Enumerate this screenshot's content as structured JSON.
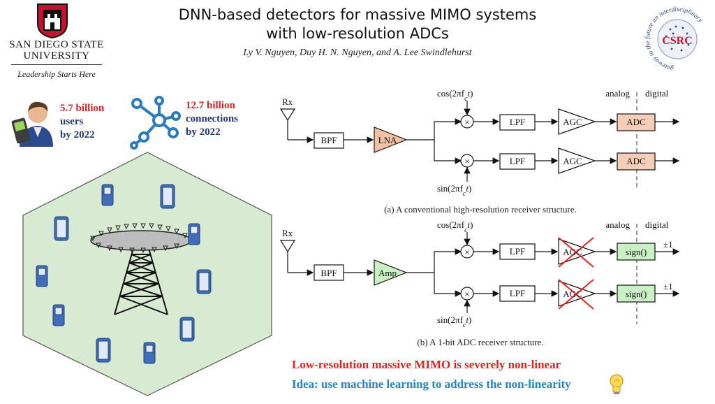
{
  "title": {
    "line1": "DNN-based detectors for massive MIMO systems",
    "line2": "with low-resolution ADCs"
  },
  "authors": "Ly V. Nguyen, Duy H. N. Nguyen, and A. Lee Swindlehurst",
  "logo_left": {
    "line1": "SAN DIEGO STATE",
    "line2": "UNIVERSITY",
    "tagline": "Leadership Starts Here"
  },
  "logo_right": {
    "text": "CSRC",
    "ring_text": "gateway to the future   an interdisciplinary"
  },
  "stats": {
    "users": {
      "line1": "5.7 billion",
      "line2": "users",
      "line3": "by 2022"
    },
    "connections": {
      "line1": "12.7 billion",
      "line2": "connections",
      "line3": "by 2022"
    }
  },
  "diagram_a": {
    "rx": "Rx",
    "bpf": "BPF",
    "amp": "LNA",
    "cos": "cos(2πf",
    "sin": "sin(2πf",
    "lpf": "LPF",
    "agc": "AGC",
    "adc": "ADC",
    "analog": "analog",
    "digital": "digital",
    "caption": "(a) A conventional high-resolution receiver structure."
  },
  "diagram_b": {
    "rx": "Rx",
    "bpf": "BPF",
    "amp": "Amp",
    "cos": "cos(2πf",
    "sin": "sin(2πf",
    "lpf": "LPF",
    "agc": "AGC",
    "sign": "sign()",
    "out": "±1",
    "analog": "analog",
    "digital": "digital",
    "caption": "(b) A 1-bit ADC receiver structure."
  },
  "mixer_symbol": "×",
  "subscript_c": "c",
  "time_var": "t",
  "close_paren": ")",
  "bottom": {
    "line1": "Low-resolution massive MIMO is severely non-linear",
    "line2": "Idea: use machine learning to address the non-linearity"
  },
  "colors": {
    "red": "#d32525",
    "navy": "#233a7a",
    "blue": "#1f86c8",
    "adc_fill": "#f6cdb7",
    "lna_fill": "#f3c1a6",
    "green_fill": "#c9f0c4",
    "hex_fill": "#d9ead3"
  },
  "icons": [
    "user-phone-icon",
    "network-hub-icon",
    "phone-icon",
    "tower-icon",
    "lightbulb-icon",
    "sdsu-logo",
    "csrc-logo"
  ]
}
